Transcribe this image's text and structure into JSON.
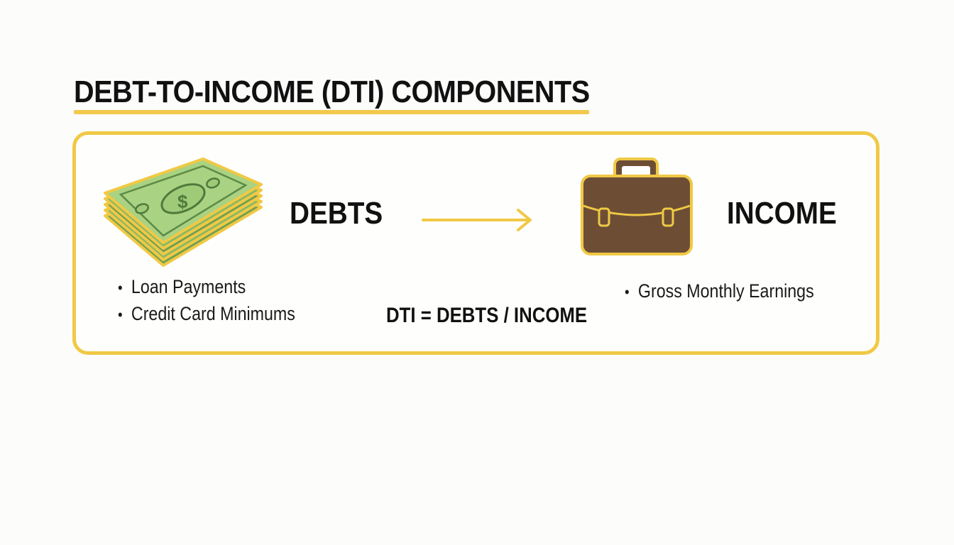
{
  "title": "DEBT-TO-INCOME (DTI) COMPONENTS",
  "debts": {
    "icon": "money-stack-icon",
    "label": "DEBTS",
    "items": [
      "Loan Payments",
      "Credit Card Minimums"
    ]
  },
  "income": {
    "icon": "briefcase-icon",
    "label": "INCOME",
    "items": [
      "Gross Monthly Earnings"
    ]
  },
  "formula": "DTI = DEBTS / INCOME",
  "colors": {
    "accent": "#f0c945",
    "money_green": "#a5cf7f",
    "money_dark": "#4e7a3c",
    "briefcase_brown": "#6d4e35",
    "text": "#111111",
    "background": "#fcfcfa"
  }
}
